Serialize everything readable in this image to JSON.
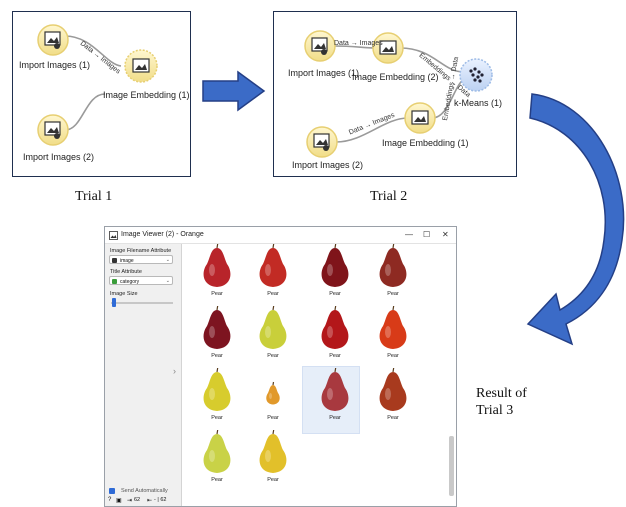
{
  "captions": {
    "trial1": "Trial 1",
    "trial2": "Trial 2",
    "trial3_line1": "Result of",
    "trial3_line2": "Trial 3"
  },
  "trial1": {
    "nodes": {
      "import1": "Import Images (1)",
      "embedding": "Image Embedding (1)",
      "import2": "Import Images (2)"
    },
    "edges": {
      "data_images": "Data → Images"
    }
  },
  "trial2": {
    "nodes": {
      "import1": "Import Images (1)",
      "embedding2": "Image Embedding (2)",
      "kmeans": "k-Means (1)",
      "import2": "Import Images (2)",
      "embedding1": "Image Embedding (1)"
    },
    "edges": {
      "top": "Data → Images",
      "bottom": "Data → Images",
      "emb_k_top": "Embeddings → Data",
      "emb_k_bottom": "Embeddings → Data"
    }
  },
  "viewer": {
    "title": "Image Viewer (2) - Orange",
    "controls": {
      "minimize": "—",
      "maximize": "☐",
      "close": "✕"
    },
    "sidebar": {
      "filename_label": "Image Filename Attribute",
      "filename_value": "image",
      "title_label": "Title Attribute",
      "title_value": "category",
      "size_label": "Image Size",
      "send_label": "Send Automatically",
      "footer_in": "62",
      "footer_out": "- | 62"
    },
    "images": [
      {
        "label": "Pear",
        "color": "#b8242a"
      },
      {
        "label": "Pear",
        "color": "#c22b24"
      },
      {
        "label": "Pear",
        "color": "#7f141a"
      },
      {
        "label": "Pear",
        "color": "#8e2a22"
      },
      {
        "label": "Pear",
        "color": "#7d1420"
      },
      {
        "label": "Pear",
        "color": "#c9cf3a"
      },
      {
        "label": "Pear",
        "color": "#b3171a"
      },
      {
        "label": "Pear",
        "color": "#d83b18"
      },
      {
        "label": "Pear",
        "color": "#d7cc2d"
      },
      {
        "label": "Pear",
        "color": "#e1992b"
      },
      {
        "label": "Pear",
        "color": "#a8393f"
      },
      {
        "label": "Pear",
        "color": "#a83a1e"
      },
      {
        "label": "Pear",
        "color": "#c9d247"
      },
      {
        "label": "Pear",
        "color": "#e2c02a"
      }
    ]
  }
}
